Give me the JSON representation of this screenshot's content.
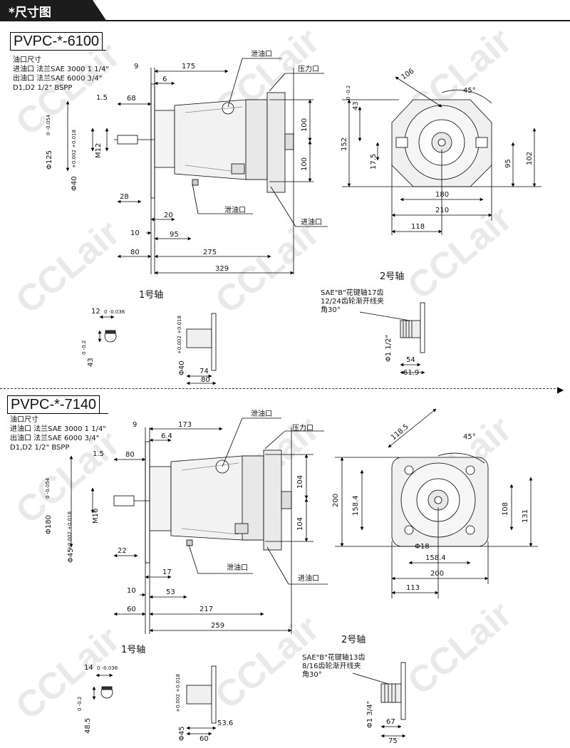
{
  "header": {
    "title": "*尺寸图"
  },
  "watermark": "CCLair",
  "section1": {
    "model": "PVPC-*-6100",
    "ports": "油口尺寸\n进油口 法兰SAE 3000 1 1/4\"\n出油口 法兰SAE 6000 3/4\"\nD1,D2 1/2\" BSPP",
    "labels": {
      "drain_top": "泄油口",
      "pressure": "压力口",
      "drain_bottom": "泄油口",
      "inlet": "进油口"
    },
    "dims": {
      "d9": "9",
      "d175": "175",
      "d6": "6",
      "d1_5": "1.5",
      "d68": "68",
      "phi125": "Φ125",
      "phi125_tol": "0 -0.054",
      "m12": "M12",
      "phi40": "Φ40",
      "phi40_tol": "+0.002 +0.018",
      "d28": "28",
      "d20": "20",
      "d10": "10",
      "d95": "95",
      "d80": "80",
      "d275": "275",
      "d329": "329",
      "d100a": "100",
      "d100b": "100",
      "d152": "152",
      "d106": "106",
      "d45": "45°",
      "d43": "43",
      "d43_tol": "0 -0.2",
      "d17_5": "17.5",
      "d95r": "95",
      "d102": "102",
      "d180": "180",
      "d210": "210",
      "d118": "118"
    },
    "shaft1": {
      "title": "1号轴",
      "d12": "12",
      "d12_tol": "0 -0.036",
      "d43": "43",
      "d43_tol": "0 -0.2",
      "phi40": "Φ40",
      "phi40_tol": "+0.002 +0.018",
      "d74": "74",
      "d80": "80"
    },
    "shaft2": {
      "title": "2号轴",
      "note": "SAE\"B\"花键轴17齿\n12/24齿轮渐开线夹\n角30°",
      "phi": "Φ1 1/2\"",
      "d54": "54",
      "d61_9": "61.9"
    }
  },
  "section2": {
    "model": "PVPC-*-7140",
    "ports": "油口尺寸\n进油口 法兰SAE 3000 1 1/4\"\n出油口 法兰SAE 6000 3/4\"\nD1,D2 1/2\" BSPP",
    "labels": {
      "drain_top": "泄油口",
      "pressure": "压力口",
      "drain_bottom": "泄油口",
      "inlet": "进油口"
    },
    "dims": {
      "d9": "9",
      "d173": "173",
      "d6_4": "6.4",
      "d1_5": "1.5",
      "d80": "80",
      "phi180": "Φ180",
      "phi180_tol": "0 -0.054",
      "m16": "M16",
      "phi45": "Φ45",
      "phi45_tol": "+0.002 +0.018",
      "d22": "22",
      "d17": "17",
      "d10": "10",
      "d53": "53",
      "d60": "60",
      "d217": "217",
      "d259": "259",
      "d104a": "104",
      "d104b": "104",
      "d200": "200",
      "d158_4v": "158.4",
      "d118_5": "118.5",
      "d45": "45°",
      "d108": "108",
      "d131": "131",
      "phi18": "Φ18",
      "d158_4h": "158.4",
      "d200h": "200",
      "d113": "113"
    },
    "shaft1": {
      "title": "1号轴",
      "d14": "14",
      "d14_tol": "0 -0.036",
      "d48_5": "48.5",
      "d48_5_tol": "0 -0.2",
      "phi45": "Φ45",
      "phi45_tol": "+0.002 +0.018",
      "d60": "60",
      "d53_6": "53.6"
    },
    "shaft2": {
      "title": "2号轴",
      "note": "SAE\"B\"花键轴13齿\n8/16齿轮渐开线夹\n角30°",
      "phi": "Φ1 3/4\"",
      "d67": "67",
      "d75": "75"
    }
  }
}
